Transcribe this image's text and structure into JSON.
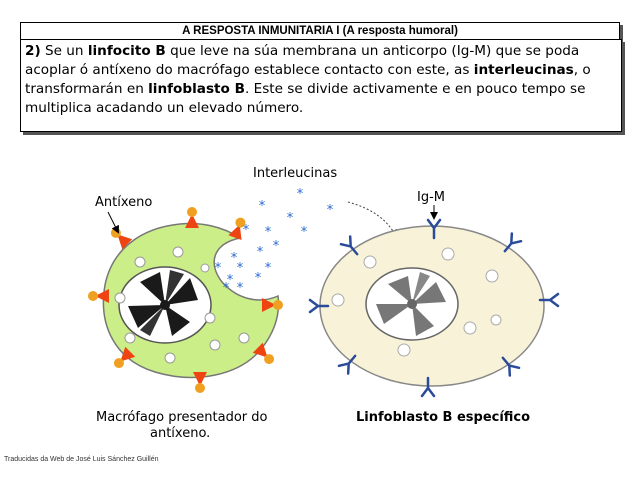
{
  "title": "A RESPOSTA INMUNITARIA I (A resposta humoral)",
  "paragraph": {
    "num": "2)",
    "p1": " Se un ",
    "b1": "linfocito B",
    "p2": " que leve na súa membrana un anticorpo (Ig-M) que se poda acoplar ó antíxeno do macrófago establece contacto con este, as ",
    "b2": "interleucinas",
    "p3": ", o transformarán en ",
    "b3": "linfoblasto B",
    "p4": ". Este se divide activamente e en pouco tempo se multiplica acadando un elevado número."
  },
  "labels": {
    "interleucinas": "Interleucinas",
    "antixeno": "Antíxeno",
    "igm": "Ig-M",
    "macrofago_1": "Macrófago presentador do",
    "macrofago_2": "antíxeno.",
    "linfoblasto": "Linfoblasto B específico"
  },
  "credit": "Traducidas da  Web  de José Luis Sánchez Guillén",
  "colors": {
    "macrophage_fill": "#ccee88",
    "linfoblast_fill": "#f8f2d8",
    "antigen": "#ee4411",
    "interleukin": "#2a6ad0",
    "antibody": "#2a4a9a"
  }
}
